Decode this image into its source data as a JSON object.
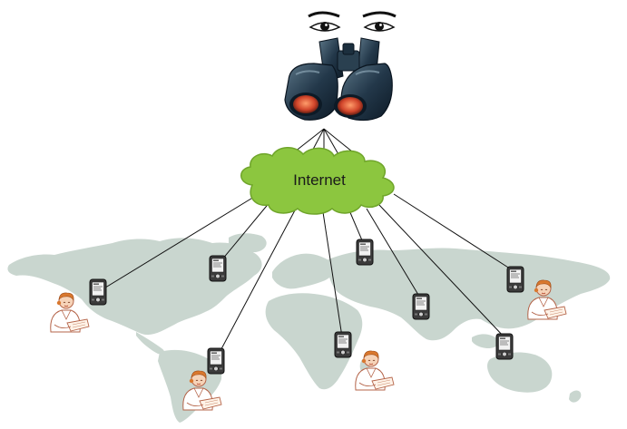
{
  "diagram": {
    "cloud_label": "Internet",
    "cloud_color": "#8cc63f",
    "map_color": "#c9d6cf",
    "line_color": "#111111",
    "nodes": [
      {
        "name": "binoculars-observer",
        "icon": "binoculars-with-eyes-icon"
      },
      {
        "name": "internet-cloud",
        "icon": "cloud-icon"
      },
      {
        "name": "device-north-america",
        "icon": "pda-device-icon",
        "person": "person-reading-icon"
      },
      {
        "name": "device-canada",
        "icon": "pda-device-icon"
      },
      {
        "name": "device-south-america",
        "icon": "pda-device-icon",
        "person": "person-reading-icon"
      },
      {
        "name": "device-africa",
        "icon": "pda-device-icon",
        "person": "person-reading-icon"
      },
      {
        "name": "device-europe",
        "icon": "pda-device-icon"
      },
      {
        "name": "device-south-asia",
        "icon": "pda-device-icon"
      },
      {
        "name": "device-east-asia",
        "icon": "pda-device-icon",
        "person": "person-reading-icon"
      },
      {
        "name": "device-southeast-asia",
        "icon": "pda-device-icon"
      }
    ]
  }
}
